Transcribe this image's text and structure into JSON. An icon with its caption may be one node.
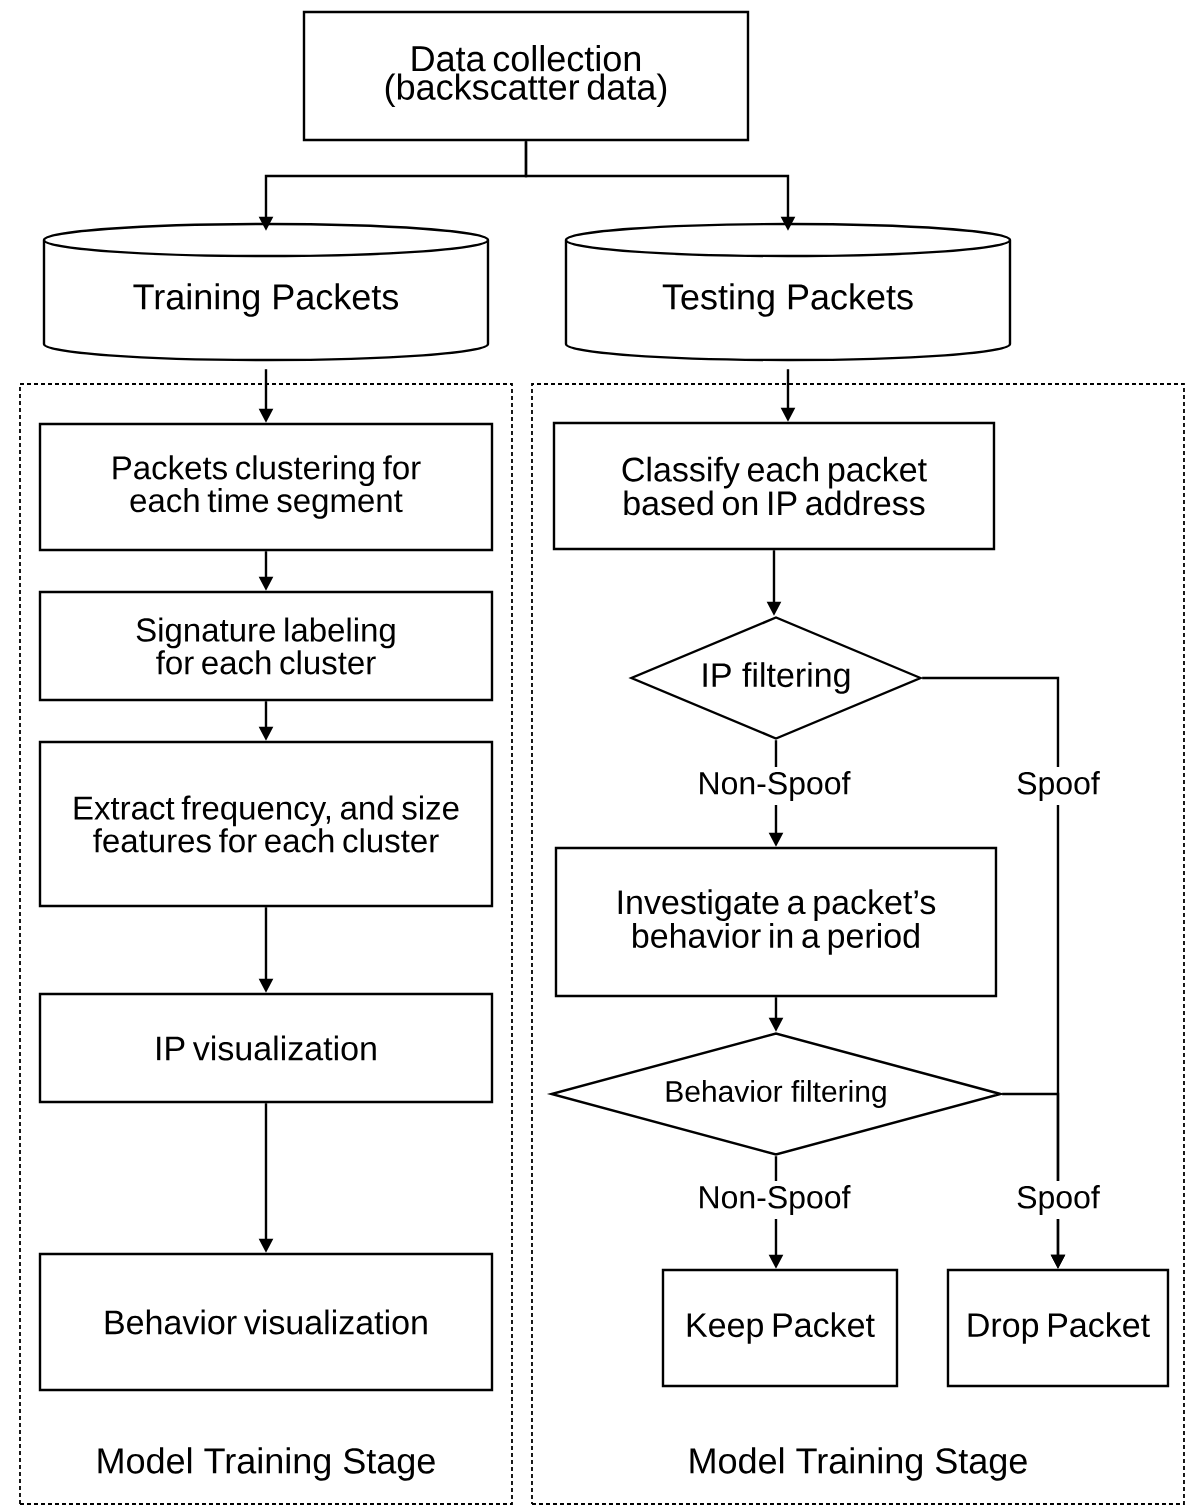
{
  "diagram": {
    "nodes": [
      {
        "text": [
          "Data collection (backscatter data)"
        ]
      },
      {
        "text": [
          "Training Packets"
        ]
      },
      {
        "text": [
          "Testing Packets"
        ]
      },
      {
        "text": [
          "Model Training Stage"
        ]
      },
      {
        "text": [
          "Packets clustering for each time segment"
        ],
        "in": 3
      },
      {
        "text": [
          "Signature labeling for each cluster"
        ],
        "in": 3
      },
      {
        "text": [
          "Extract frequency, and size features for each cluster"
        ],
        "in": 3
      },
      {
        "text": [
          "IP visualization"
        ],
        "in": 3
      },
      {
        "text": [
          "Behavior visualization"
        ],
        "in": 3
      },
      {
        "text": [
          "Model Training Stage"
        ]
      },
      {
        "text": [
          "Classify each packet based on IP address"
        ],
        "in": 9
      },
      {
        "text": [
          "IP filtering"
        ],
        "in": 9
      },
      {
        "text": [
          "Investigate a packet’s behavior in a period"
        ],
        "in": 9
      },
      {
        "text": [
          "Behavior filtering"
        ],
        "in": 9
      },
      {
        "text": [
          "Keep Packet"
        ],
        "in": 9
      },
      {
        "text": [
          "Drop Packet"
        ],
        "in": 9
      }
    ],
    "edges": [
      {
        "from": 0,
        "to": 1,
        "arrow": "to"
      },
      {
        "from": 0,
        "to": 2,
        "arrow": "to"
      },
      {
        "from": 1,
        "to": 4,
        "arrow": "to"
      },
      {
        "from": 4,
        "to": 5,
        "arrow": "to"
      },
      {
        "from": 5,
        "to": 6,
        "arrow": "to"
      },
      {
        "from": 6,
        "to": 7,
        "arrow": "to"
      },
      {
        "from": 7,
        "to": 8,
        "arrow": "to"
      },
      {
        "from": 2,
        "to": 10,
        "arrow": "to"
      },
      {
        "from": 10,
        "to": 11,
        "arrow": "to"
      },
      {
        "from": 11,
        "to": 12,
        "label": "Non-Spoof",
        "arrow": "to"
      },
      {
        "from": 11,
        "to": 15,
        "label": "Spoof",
        "arrow": "to"
      },
      {
        "from": 12,
        "to": 13,
        "arrow": "to"
      },
      {
        "from": 13,
        "to": 14,
        "label": "Non-Spoof",
        "arrow": "to"
      },
      {
        "from": 13,
        "to": 15,
        "label": "Spoof",
        "arrow": "to"
      }
    ]
  }
}
